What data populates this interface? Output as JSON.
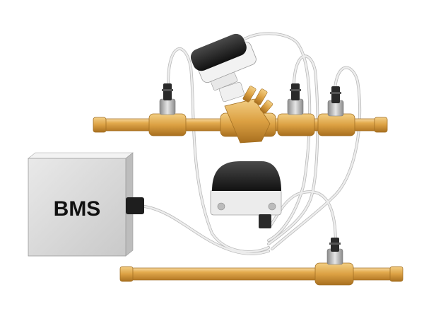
{
  "diagram": {
    "bms_box": {
      "label": "BMS"
    },
    "colors": {
      "pipe": "#e3aa4d",
      "pipe_dark": "#b97f2a",
      "pipe_light": "#f5d294",
      "tube": "#e6e6e6",
      "box": "#dcdcdc",
      "actuator": "#1e1e1e"
    },
    "components": [
      "upper-pipe",
      "lower-pipe",
      "control-valve",
      "valve-actuator",
      "pressure-port",
      "transmitter",
      "bms-controller",
      "impulse-tubes"
    ]
  }
}
